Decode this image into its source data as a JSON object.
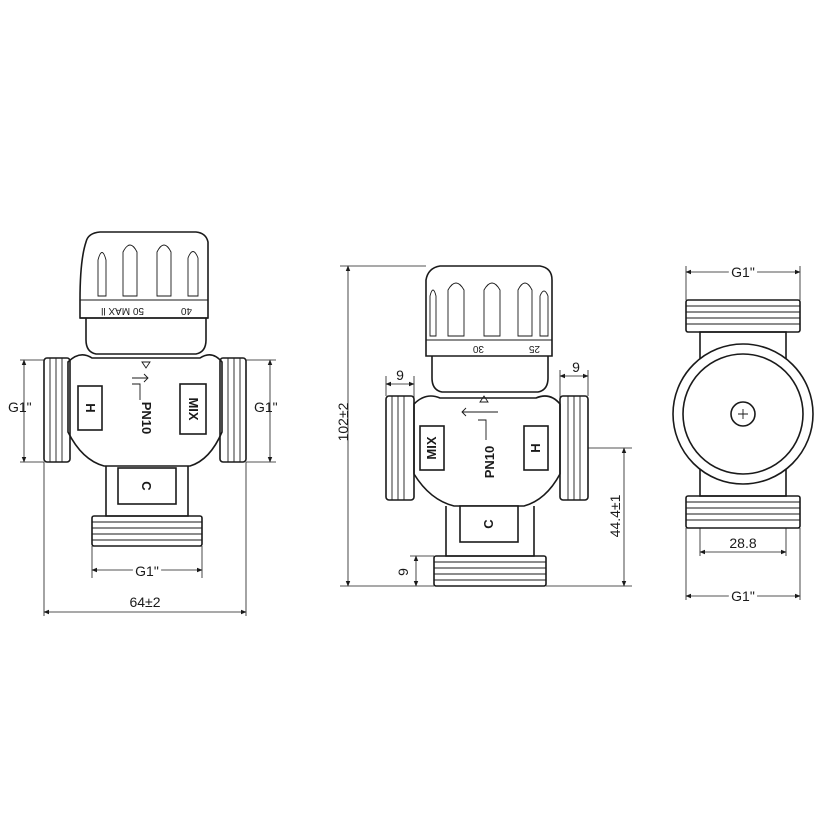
{
  "views": {
    "left": {
      "inlet_left": "G1\"",
      "inlet_right": "G1\"",
      "outlet_bottom": "G1\"",
      "width": "64±2",
      "knob_scale": "40",
      "knob_text": "50 MAX ll",
      "port_h": "H",
      "port_mix": "MIX",
      "port_c": "C",
      "pressure": "PN10"
    },
    "middle": {
      "height": "102±2",
      "thread_left": "9",
      "thread_right": "9",
      "thread_bottom": "9",
      "offset": "44.4±1",
      "knob_scale_a": "30",
      "knob_scale_b": "25",
      "port_mix": "MIX",
      "port_h": "H",
      "port_c": "C",
      "pressure": "PN10"
    },
    "right": {
      "top_thread": "G1\"",
      "bottom_thread": "G1\"",
      "inner_width": "28.8"
    }
  }
}
